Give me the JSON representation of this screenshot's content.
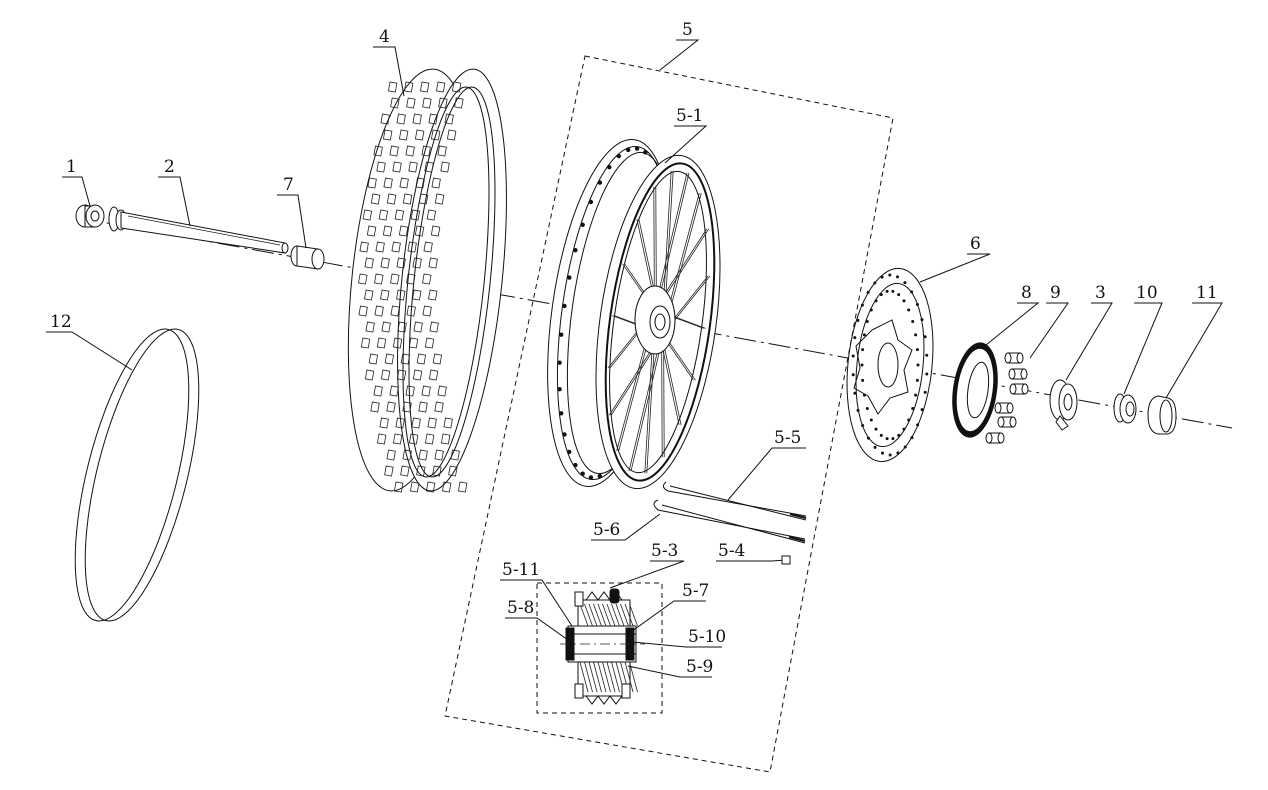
{
  "callouts": {
    "c1": "1",
    "c2": "2",
    "c3": "3",
    "c4": "4",
    "c5": "5",
    "c6": "6",
    "c7": "7",
    "c8": "8",
    "c9": "9",
    "c10": "10",
    "c11": "11",
    "c12": "12",
    "c5_1": "5-1",
    "c5_3": "5-3",
    "c5_4": "5-4",
    "c5_5": "5-5",
    "c5_6": "5-6",
    "c5_7": "5-7",
    "c5_8": "5-8",
    "c5_9": "5-9",
    "c5_10": "5-10",
    "c5_11": "5-11"
  }
}
